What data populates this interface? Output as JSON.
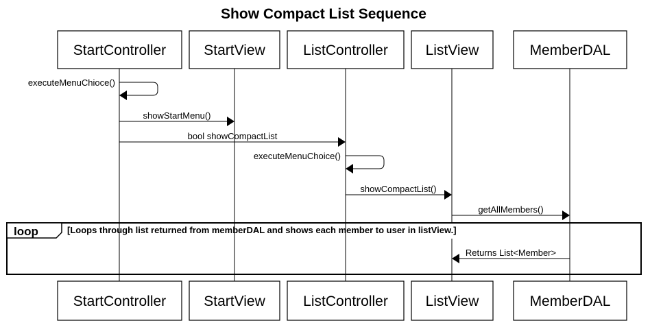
{
  "title": "Show Compact List Sequence",
  "participants": [
    {
      "name": "StartController"
    },
    {
      "name": "StartView"
    },
    {
      "name": "ListController"
    },
    {
      "name": "ListView"
    },
    {
      "name": "MemberDAL"
    }
  ],
  "messages": [
    {
      "label": "executeMenuChioce()",
      "from": "StartController",
      "to": "StartController",
      "kind": "self"
    },
    {
      "label": "showStartMenu()",
      "from": "StartController",
      "to": "StartView",
      "kind": "call"
    },
    {
      "label": "bool showCompactList",
      "from": "StartController",
      "to": "ListController",
      "kind": "call"
    },
    {
      "label": "executeMenuChoice()",
      "from": "ListController",
      "to": "ListController",
      "kind": "self"
    },
    {
      "label": "showCompactList()",
      "from": "ListController",
      "to": "ListView",
      "kind": "call"
    },
    {
      "label": "getAllMembers()",
      "from": "ListView",
      "to": "MemberDAL",
      "kind": "call"
    },
    {
      "label": "Returns List<Member>",
      "from": "MemberDAL",
      "to": "ListView",
      "kind": "return"
    }
  ],
  "fragment": {
    "operator": "loop",
    "guard": "[Loops through list returned from memberDAL and shows each member to user in listView.]"
  }
}
